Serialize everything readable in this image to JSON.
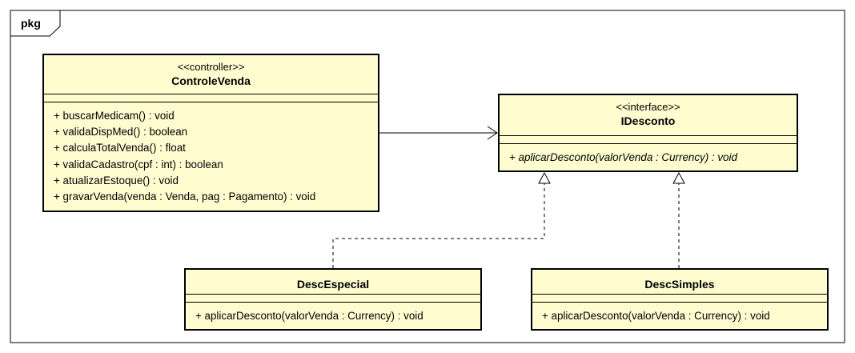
{
  "package": {
    "label": "pkg"
  },
  "classes": {
    "controle_venda": {
      "stereotype": "<<controller>>",
      "name": "ControleVenda",
      "operations": [
        "+ buscarMedicam() : void",
        "+ validaDispMed() : boolean",
        "+ calculaTotalVenda() : float",
        "+ validaCadastro(cpf : int) : boolean",
        "+ atualizarEstoque() : void",
        "+ gravarVenda(venda : Venda, pag : Pagamento) : void"
      ]
    },
    "idesconto": {
      "stereotype": "<<interface>>",
      "name": "IDesconto",
      "operations": [
        "+ aplicarDesconto(valorVenda : Currency) : void"
      ]
    },
    "desc_especial": {
      "name": "DescEspecial",
      "operations": [
        "+ aplicarDesconto(valorVenda : Currency) : void"
      ]
    },
    "desc_simples": {
      "name": "DescSimples",
      "operations": [
        "+ aplicarDesconto(valorVenda : Currency) : void"
      ]
    }
  },
  "relationships": [
    {
      "type": "association",
      "from": "ControleVenda",
      "to": "IDesconto"
    },
    {
      "type": "realization",
      "from": "DescEspecial",
      "to": "IDesconto"
    },
    {
      "type": "realization",
      "from": "DescSimples",
      "to": "IDesconto"
    }
  ],
  "colors": {
    "class_fill": "#fffdd0",
    "line": "#000000",
    "background": "#ffffff"
  }
}
